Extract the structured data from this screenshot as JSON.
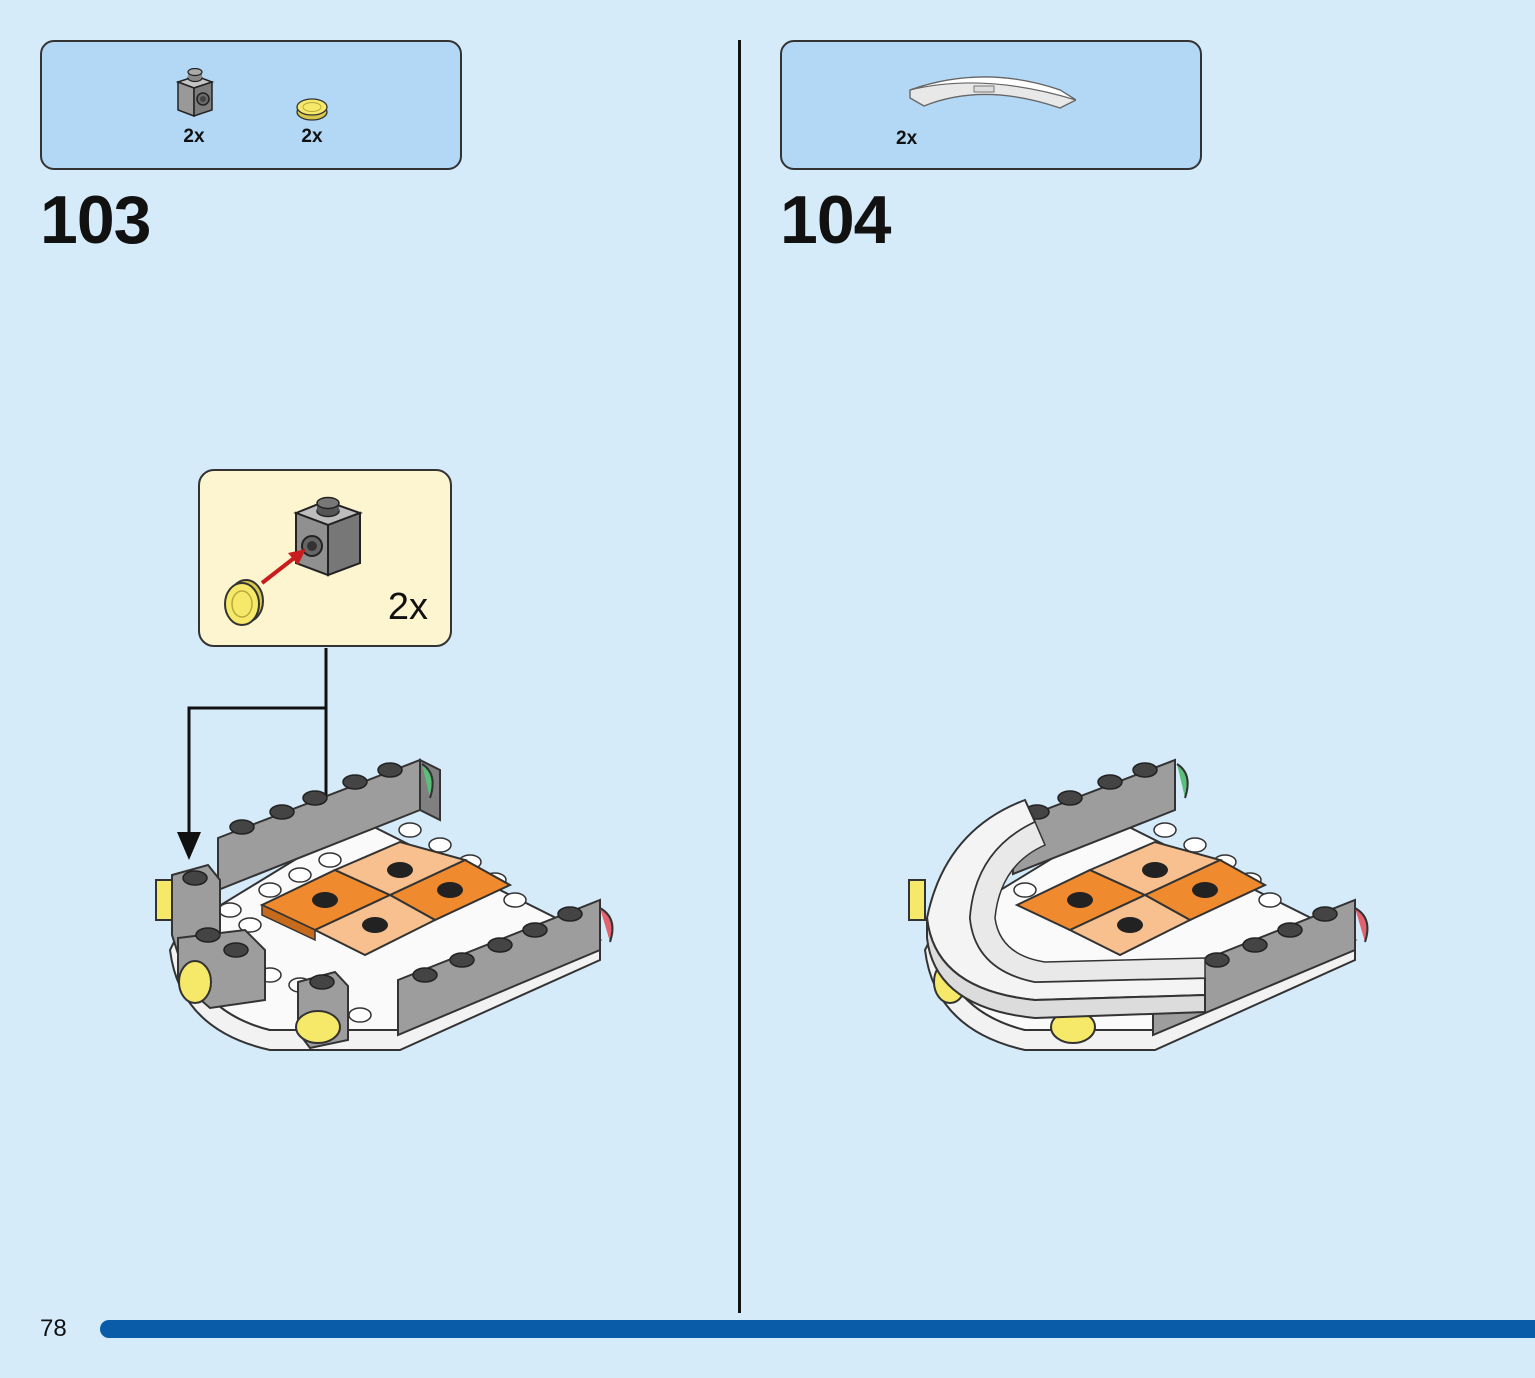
{
  "page": {
    "number": "78",
    "progress": 1.0,
    "accent": "#0a5ba8",
    "background": "#d6ebfa"
  },
  "steps": [
    {
      "number": "103",
      "parts": [
        {
          "icon": "gray-1x1-brick-with-side-stud-icon",
          "qty": "2x",
          "color": "#9b9b9b"
        },
        {
          "icon": "yellow-round-tile-icon",
          "qty": "2x",
          "color": "#f6e96a"
        }
      ],
      "callout": {
        "qty": "2x",
        "background": "#fdf5cf"
      }
    },
    {
      "number": "104",
      "parts": [
        {
          "icon": "white-curved-plate-icon",
          "qty": "2x",
          "color": "#ffffff"
        }
      ]
    }
  ]
}
